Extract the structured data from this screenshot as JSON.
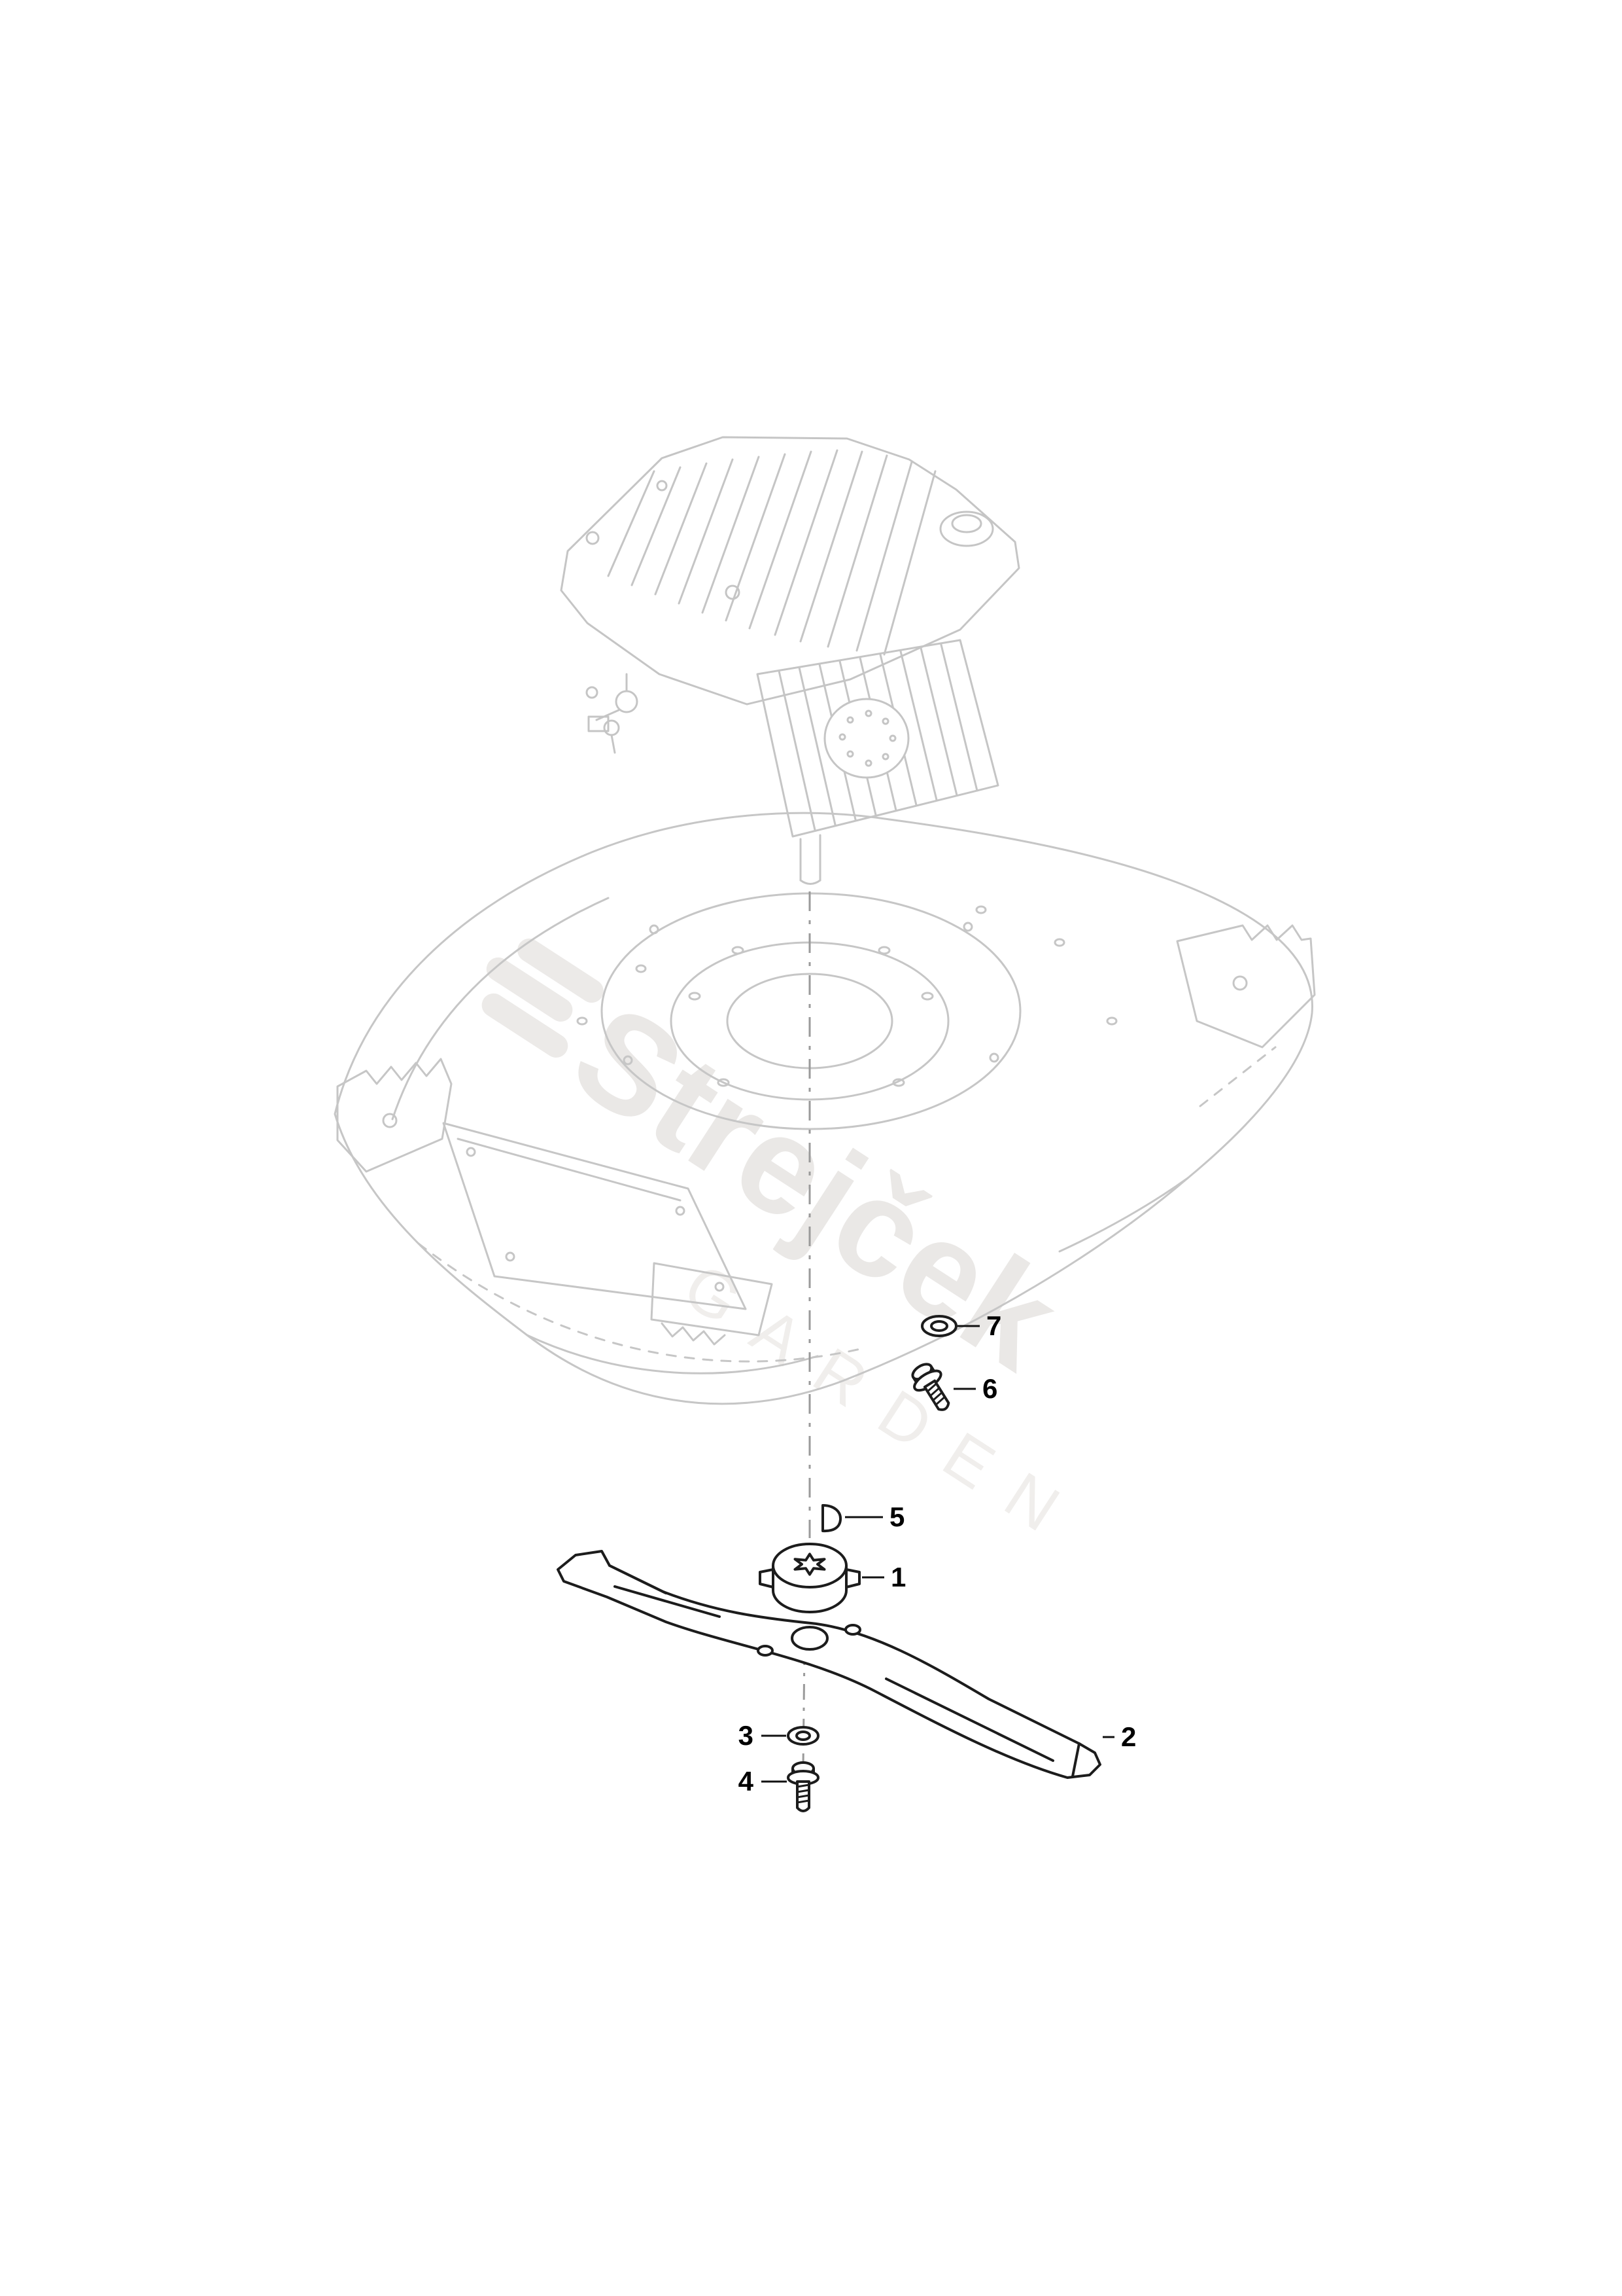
{
  "watermark": {
    "brand": "Strejček",
    "subtitle": "GARDEN"
  },
  "callouts": [
    {
      "label": "1"
    },
    {
      "label": "2"
    },
    {
      "label": "3"
    },
    {
      "label": "4"
    },
    {
      "label": "5"
    },
    {
      "label": "6"
    },
    {
      "label": "7"
    }
  ],
  "colors": {
    "line_faded": "#c5c5c5",
    "line_dark": "#1c1c1c",
    "watermark_text": "#eae8e6",
    "background": "#ffffff"
  }
}
